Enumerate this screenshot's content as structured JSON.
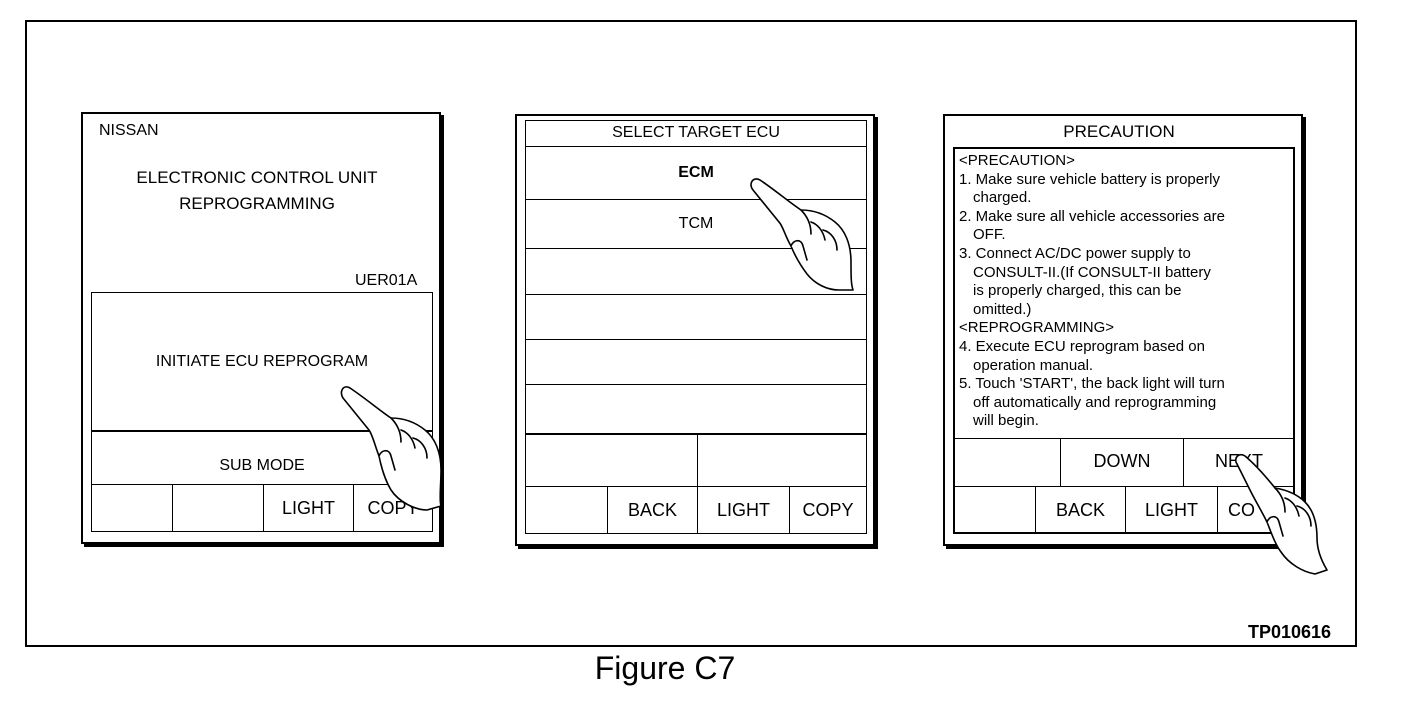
{
  "screen1": {
    "brand": "NISSAN",
    "title_line1": "ELECTRONIC CONTROL UNIT",
    "title_line2": "REPROGRAMMING",
    "code": "UER01A",
    "initiate": "INITIATE ECU REPROGRAM",
    "submode": "SUB MODE",
    "light": "LIGHT",
    "copy": "COPY"
  },
  "screen2": {
    "header": "SELECT TARGET ECU",
    "ecm": "ECM",
    "tcm": "TCM",
    "back": "BACK",
    "light": "LIGHT",
    "copy": "COPY"
  },
  "screen3": {
    "header": "PRECAUTION",
    "lines": [
      "<PRECAUTION>",
      "1. Make sure vehicle battery is properly",
      "   charged.",
      "2. Make sure all vehicle accessories are",
      "   OFF.",
      "3. Connect AC/DC power supply to",
      "   CONSULT-II.(If CONSULT-II battery",
      "   is properly charged, this can be",
      "   omitted.)",
      "<REPROGRAMMING>",
      "4. Execute ECU reprogram based on",
      "   operation manual.",
      "5. Touch 'START', the back light will turn",
      "   off automatically and reprogramming",
      "   will begin."
    ],
    "down": "DOWN",
    "next": "NEXT",
    "back": "BACK",
    "light": "LIGHT",
    "copy_partial": "CO"
  },
  "figure_tag": "TP010616",
  "caption": "Figure C7"
}
